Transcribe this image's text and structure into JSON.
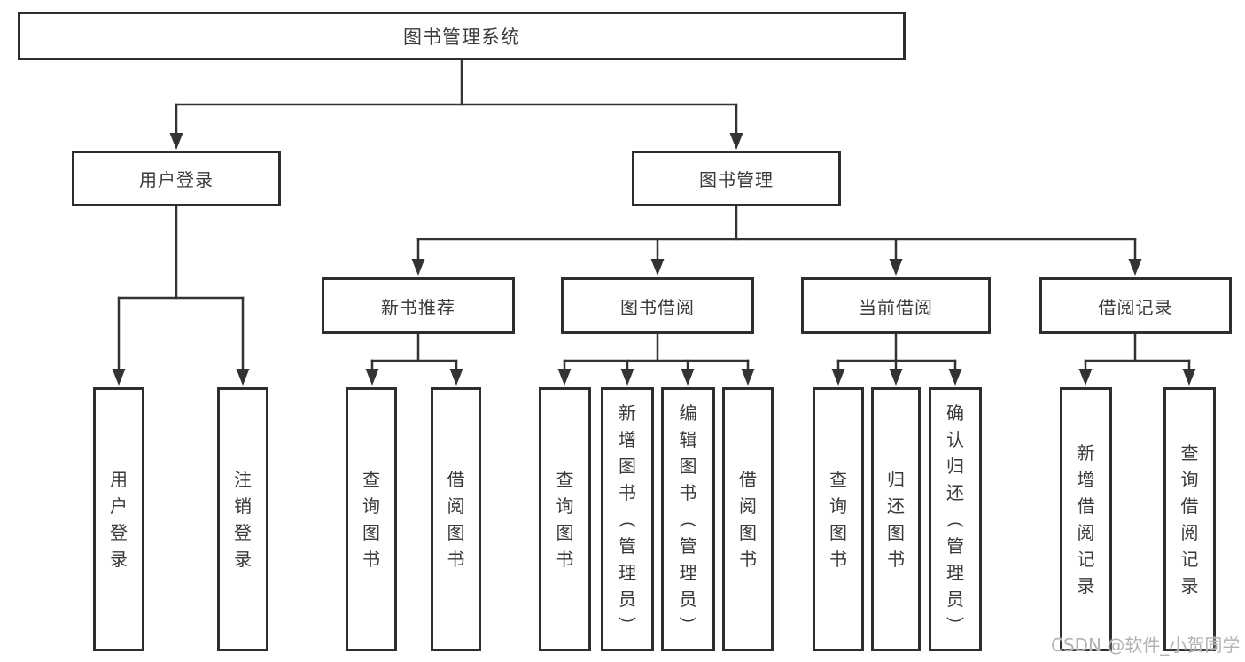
{
  "tree": {
    "label": "图书管理系统",
    "children": [
      {
        "label": "用户登录",
        "children": [
          {
            "label": "用户登录"
          },
          {
            "label": "注销登录"
          }
        ]
      },
      {
        "label": "图书管理",
        "children": [
          {
            "label": "新书推荐",
            "children": [
              {
                "label": "查询图书"
              },
              {
                "label": "借阅图书"
              }
            ]
          },
          {
            "label": "图书借阅",
            "children": [
              {
                "label": "查询图书"
              },
              {
                "label": "新增图书（管理员）"
              },
              {
                "label": "编辑图书（管理员）"
              },
              {
                "label": "借阅图书"
              }
            ]
          },
          {
            "label": "当前借阅",
            "children": [
              {
                "label": "查询图书"
              },
              {
                "label": "归还图书"
              },
              {
                "label": "确认归还（管理员）"
              }
            ]
          },
          {
            "label": "借阅记录",
            "children": [
              {
                "label": "新增借阅记录"
              },
              {
                "label": "查询借阅记录"
              }
            ]
          }
        ]
      }
    ]
  },
  "watermark": "CSDN @软件_小贺同学",
  "colors": {
    "line": "#333333",
    "border": "#2e2e2e",
    "text": "#3a3a3a",
    "watermark": "#b3b3b3"
  }
}
